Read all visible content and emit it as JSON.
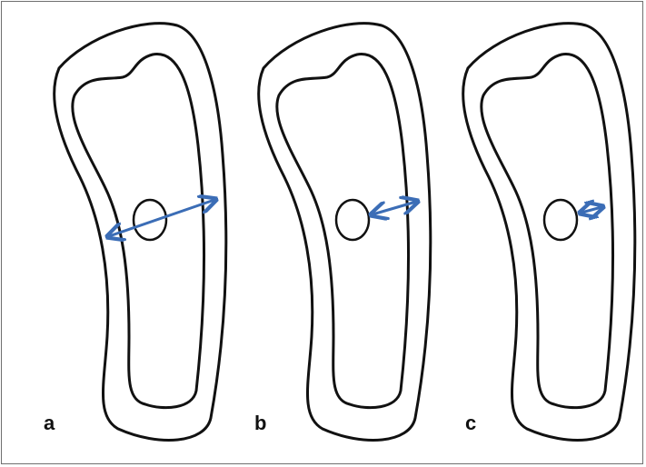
{
  "figure": {
    "panels": [
      {
        "label": "a"
      },
      {
        "label": "b"
      },
      {
        "label": "c"
      }
    ],
    "colors": {
      "outline": "#111111",
      "arrow": "#3b6db6",
      "background": "#ffffff",
      "frame": "#6f6f6f"
    }
  }
}
